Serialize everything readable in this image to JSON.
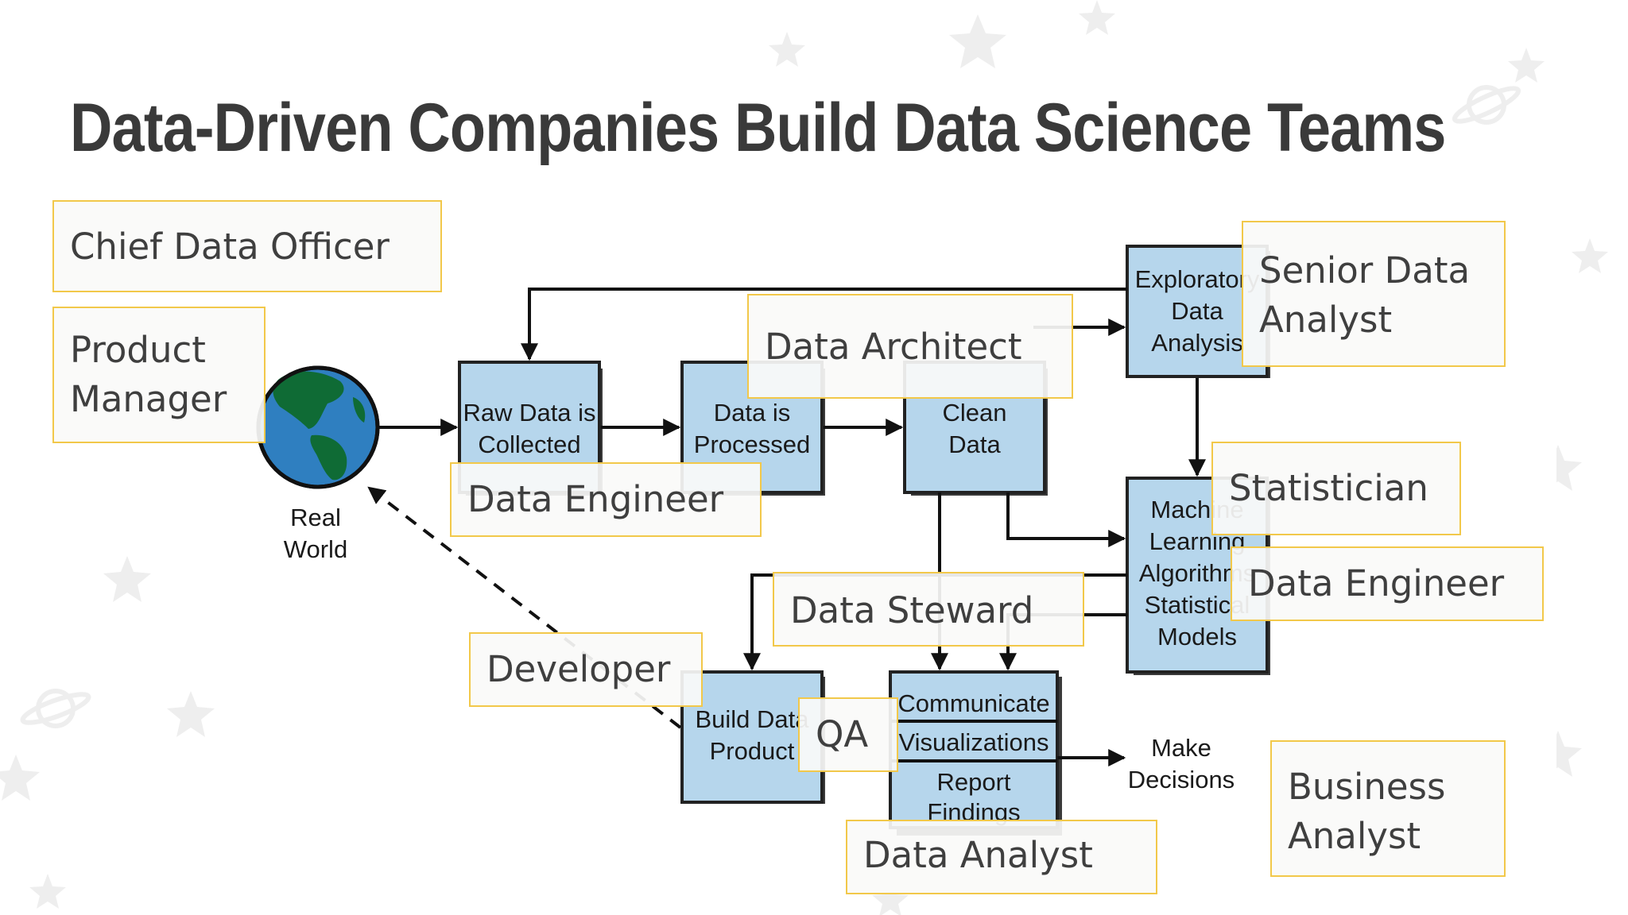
{
  "slide": {
    "title": "Data-Driven Companies Build Data Science Teams",
    "colors": {
      "title": "#3a3a3a",
      "box_fill": "#b6d6ec",
      "role_border": "#f2c84a",
      "ocean": "#2f7fc0",
      "land": "#0f6b35"
    }
  },
  "diagram": {
    "nodes": {
      "real_world": [
        "Real",
        "World"
      ],
      "raw_data": [
        "Raw Data is",
        "Collected"
      ],
      "processed": [
        "Data is",
        "Processed"
      ],
      "clean": [
        "Clean",
        "Data"
      ],
      "exploratory": [
        "Exploratory",
        "Data",
        "Analysis"
      ],
      "ml": [
        "Machine",
        "Learning",
        "Algorithms",
        "Statistical",
        "Models"
      ],
      "build_product": [
        "Build Data",
        "Product"
      ],
      "communicate": "Communicate",
      "visualizations": "Visualizations",
      "report": [
        "Report",
        "Findings"
      ],
      "make_decisions": [
        "Make",
        "Decisions"
      ]
    }
  },
  "roles": {
    "chief_data_officer": "Chief Data Officer",
    "product_manager": [
      "Product",
      "Manager"
    ],
    "senior_data_analyst": [
      "Senior Data",
      "Analyst"
    ],
    "data_architect": "Data Architect",
    "data_engineer_1": "Data Engineer",
    "statistician": "Statistician",
    "data_engineer_2": "Data Engineer",
    "data_steward": "Data Steward",
    "developer": "Developer",
    "qa": "QA",
    "data_analyst": "Data Analyst",
    "business_analyst": [
      "Business",
      "Analyst"
    ]
  }
}
